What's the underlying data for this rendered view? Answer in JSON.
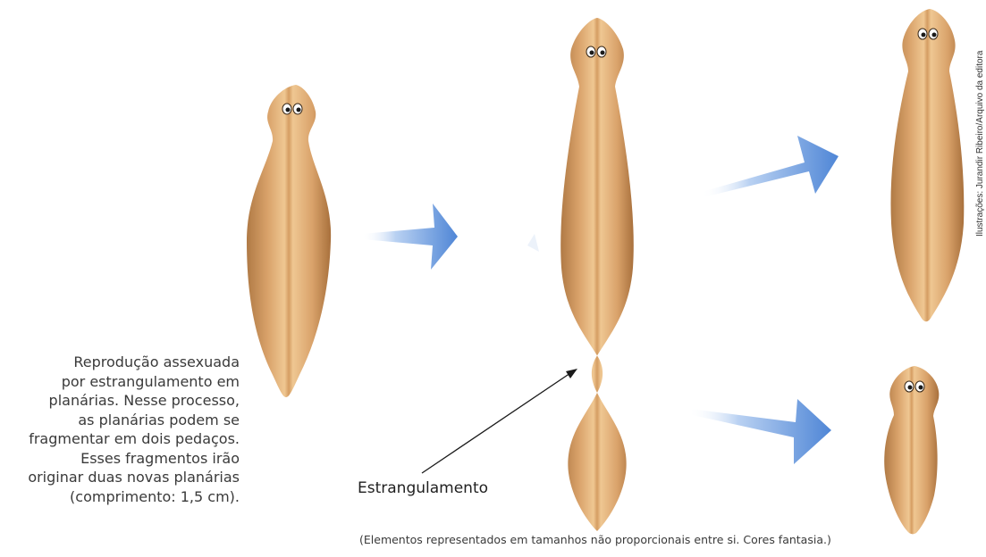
{
  "caption": {
    "lines": [
      "Reprodução assexuada",
      "por estrangulamento em",
      "planárias. Nesse processo,",
      "as planárias podem se",
      "fragmentar em dois pedaços.",
      "Esses fragmentos irão",
      "originar duas novas planárias",
      "(comprimento: 1,5 cm)."
    ]
  },
  "labels": {
    "estrangulamento": "Estrangulamento"
  },
  "footnote": "(Elementos representados em tamanhos não proporcionais entre si. Cores fantasia.)",
  "credit": "Ilustrações: Jurandir Ribeiro/Arquivo da editora",
  "colors": {
    "body_light": "#e8bb86",
    "body_mid": "#d39c62",
    "body_dark": "#b07a45",
    "arrow_light": "#cfe0f7",
    "arrow_dark": "#5b8ed8"
  }
}
